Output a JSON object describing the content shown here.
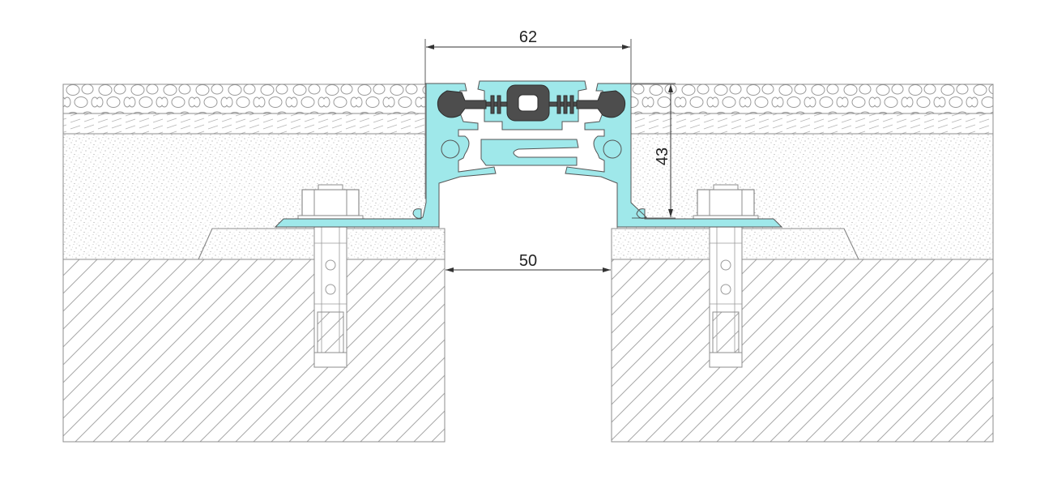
{
  "dimensions": {
    "top_width": "62",
    "gap_width": "50",
    "height": "43"
  },
  "colors": {
    "profile_fill": "#9fe8ea",
    "rubber_fill": "#4d4d4d",
    "line": "#8c8c8c",
    "dim_line": "#333333"
  }
}
